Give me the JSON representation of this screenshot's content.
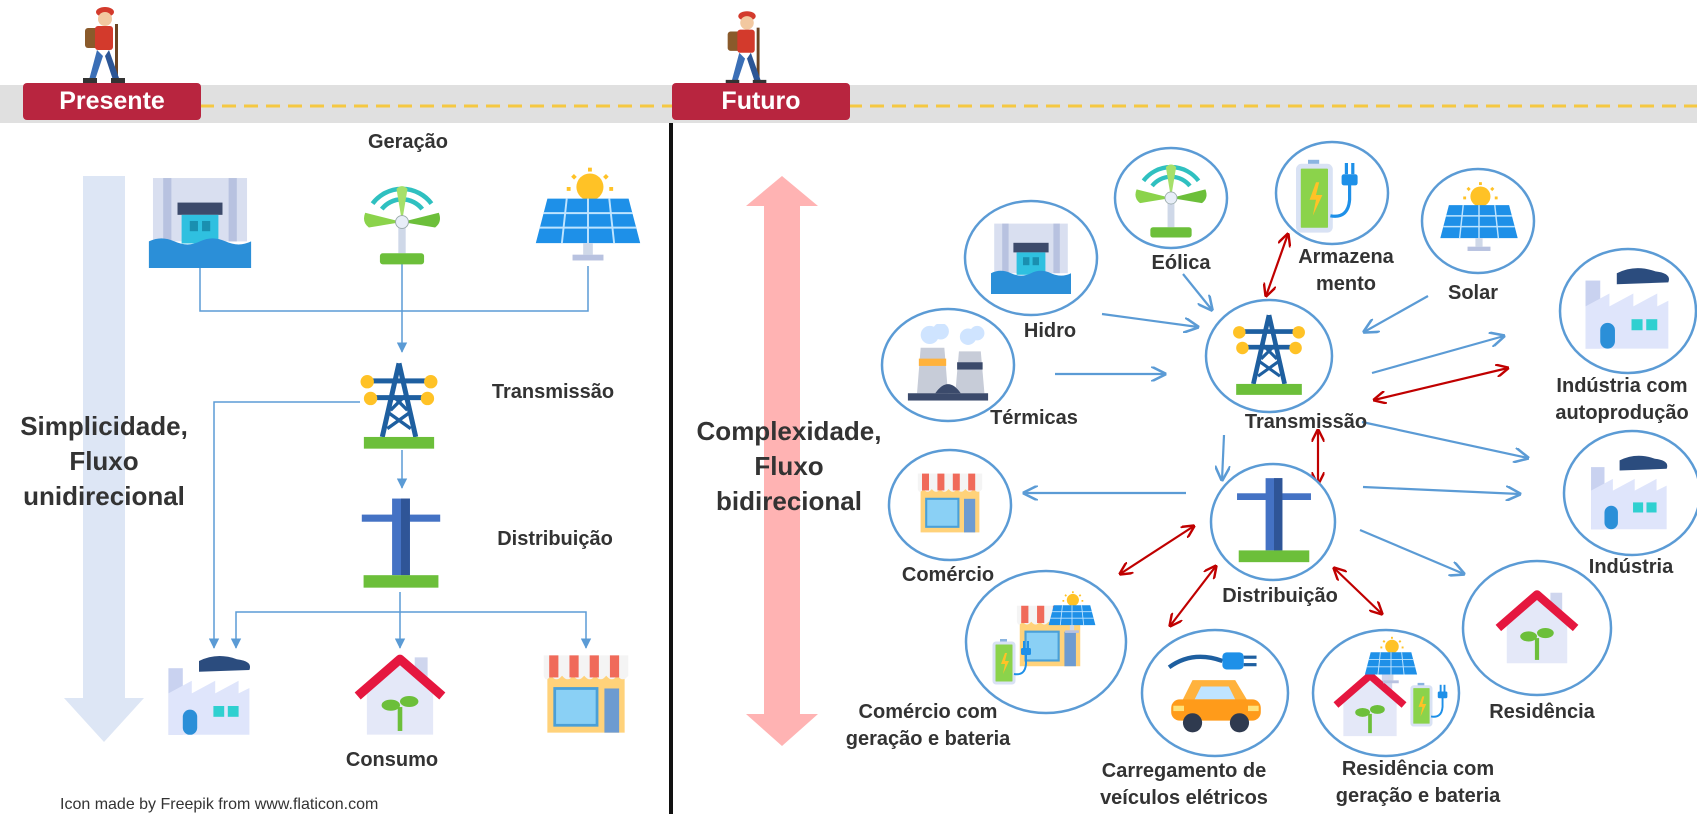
{
  "colors": {
    "badge": "#b8253f",
    "road": "#e0e0e0",
    "road_dash": "#f5c842",
    "flow_arrow": "#5b9bd5",
    "bidirectional_arrow": "#c00000",
    "simplicity_arrow": "#dde6f5",
    "complexity_arrow": "#ffb3b3",
    "circle_border": "#5b9bd5"
  },
  "present": {
    "badge": "Presente",
    "summary_line1": "Simplicidade,",
    "summary_line2": "Fluxo",
    "summary_line3": "unidirecional",
    "labels": {
      "generation": "Geração",
      "transmission": "Transmissão",
      "distribution": "Distribuição",
      "consumption": "Consumo"
    },
    "icons": [
      "hydro-dam-icon",
      "wind-turbine-icon",
      "solar-panel-icon",
      "transmission-tower-icon",
      "distribution-pole-icon",
      "factory-icon",
      "house-icon",
      "shop-icon"
    ]
  },
  "future": {
    "badge": "Futuro",
    "summary_line1": "Complexidade,",
    "summary_line2": "Fluxo",
    "summary_line3": "bidirecional",
    "nodes": {
      "wind": "Eólica",
      "storage_line1": "Armazena",
      "storage_line2": "mento",
      "solar": "Solar",
      "hydro": "Hidro",
      "thermal": "Térmicas",
      "transmission": "Transmissão",
      "industry_self_line1": "Indústria com",
      "industry_self_line2": "autoprodução",
      "industry": "Indústria",
      "commerce": "Comércio",
      "distribution": "Distribuição",
      "commerce_gen_line1": "Comércio com",
      "commerce_gen_line2": "geração e bateria",
      "ev_line1": "Carregamento de",
      "ev_line2": "veículos elétricos",
      "residence_gen_line1": "Residência com",
      "residence_gen_line2": "geração e bateria",
      "residence": "Residência"
    }
  },
  "credit": "Icon made by Freepik from www.flaticon.com"
}
